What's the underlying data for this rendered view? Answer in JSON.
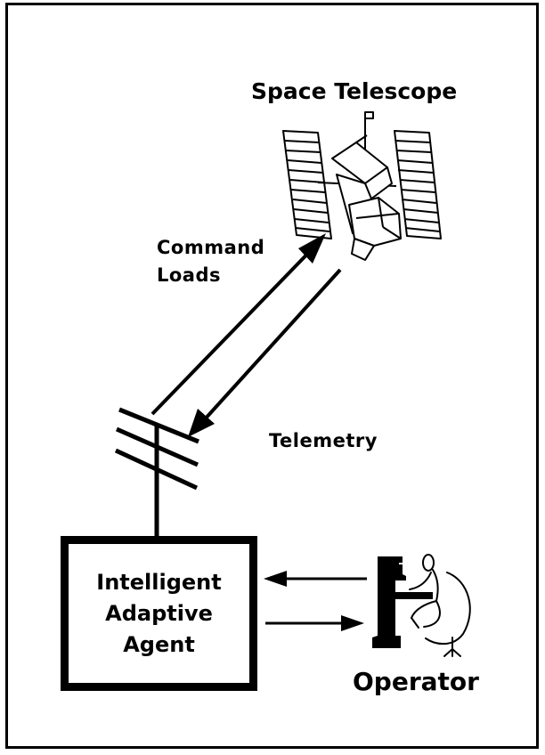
{
  "title": "Space Telescope",
  "uplink": {
    "line1": "Command",
    "line2": "Loads"
  },
  "downlink": {
    "label": "Telemetry"
  },
  "agent": {
    "line1": "Intelligent",
    "line2": "Adaptive",
    "line3": "Agent"
  },
  "operator": {
    "label": "Operator"
  },
  "icons": {
    "telescope": "space-telescope-icon",
    "antenna": "antenna-icon",
    "operator": "operator-workstation-icon"
  },
  "colors": {
    "ink": "#000000",
    "background": "#ffffff"
  }
}
